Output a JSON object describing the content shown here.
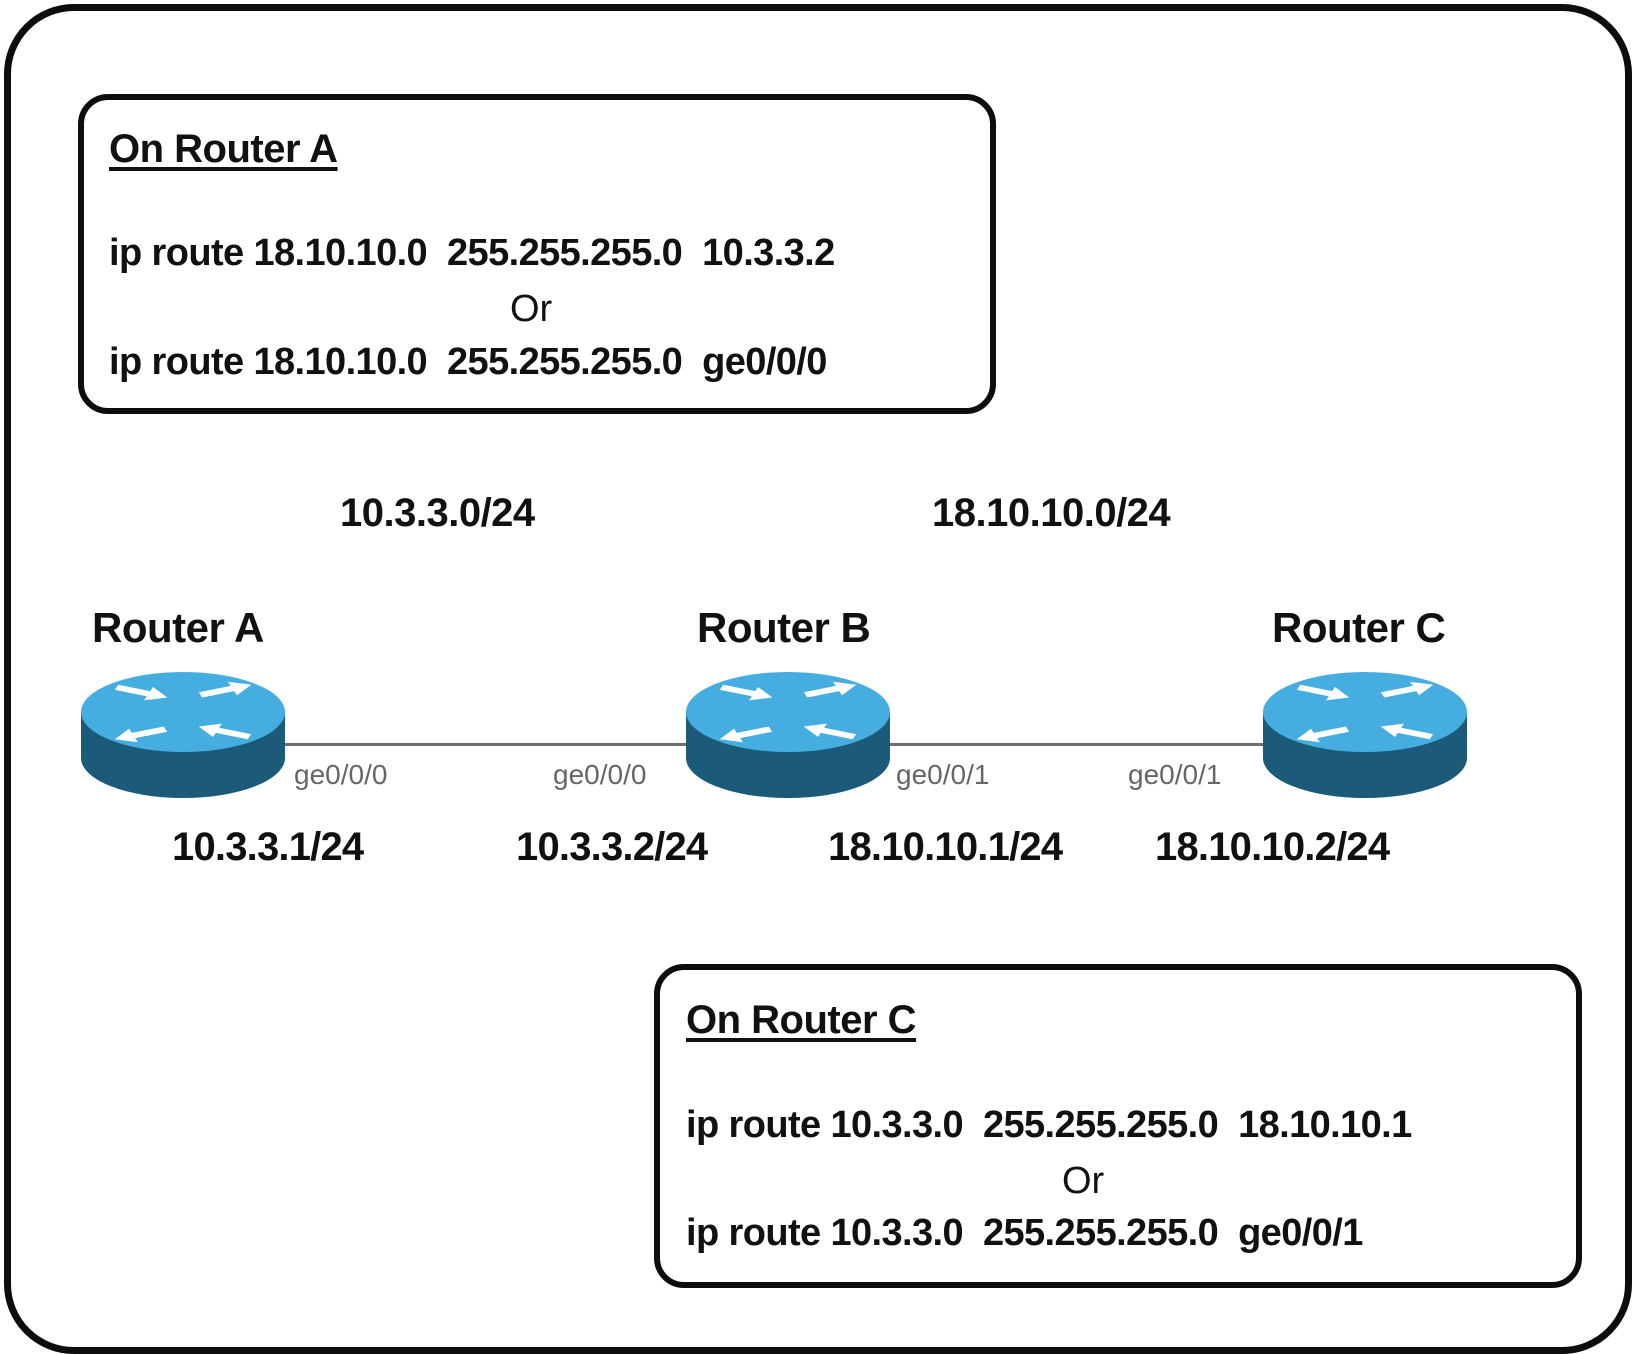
{
  "colors": {
    "router_top": "#45ADE0",
    "router_side": "#1C5A7A",
    "router_arrows": "#FFFFFF",
    "link": "#6E6E6E",
    "interface_text": "#666666"
  },
  "config_a": {
    "title": "On Router A",
    "cmd1": "ip route 18.10.10.0  255.255.255.0  10.3.3.2",
    "or": "Or",
    "cmd2": "ip route 18.10.10.0  255.255.255.0  ge0/0/0"
  },
  "config_c": {
    "title": "On Router C",
    "cmd1": "ip route 10.3.3.0  255.255.255.0  18.10.10.1",
    "or": "Or",
    "cmd2": "ip route 10.3.3.0  255.255.255.0  ge0/0/1"
  },
  "networks": {
    "left": "10.3.3.0/24",
    "right": "18.10.10.0/24"
  },
  "routers": {
    "a": {
      "name": "Router A",
      "icon": "router-icon",
      "iface": "ge0/0/0",
      "ip": "10.3.3.1/24"
    },
    "b": {
      "name": "Router B",
      "icon": "router-icon",
      "iface_left": "ge0/0/0",
      "ip_left": "10.3.3.2/24",
      "iface_right": "ge0/0/1",
      "ip_right": "18.10.10.1/24"
    },
    "c": {
      "name": "Router C",
      "icon": "router-icon",
      "iface": "ge0/0/1",
      "ip": "18.10.10.2/24"
    }
  }
}
